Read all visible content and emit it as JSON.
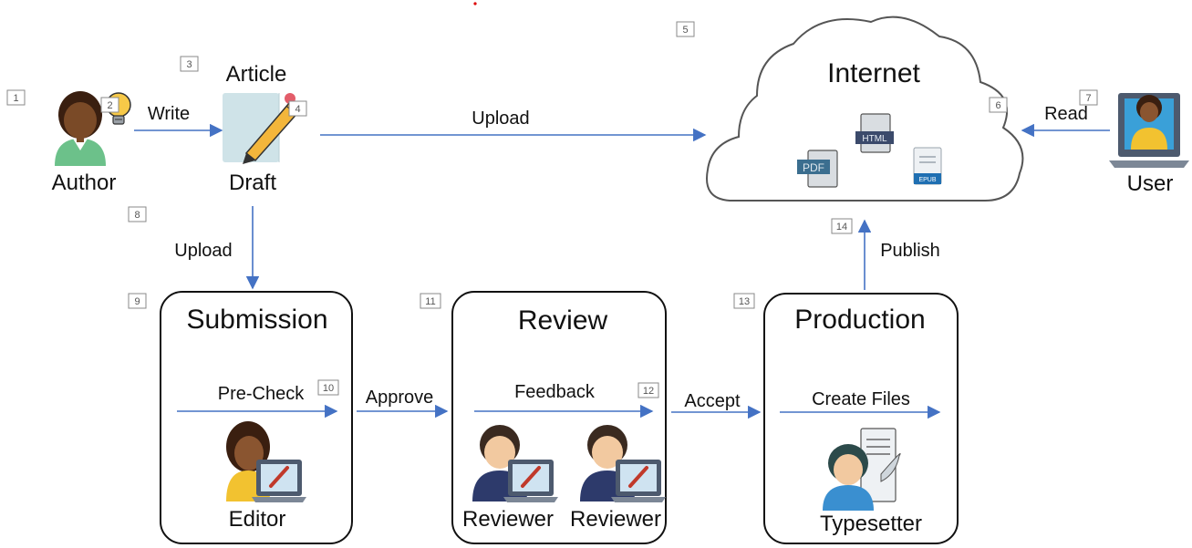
{
  "nodes": {
    "author": "Author",
    "article_title": "Article",
    "draft": "Draft",
    "internet": "Internet",
    "user": "User",
    "editor": "Editor",
    "reviewer_1": "Reviewer",
    "reviewer_2": "Reviewer",
    "typesetter": "Typesetter"
  },
  "stages": {
    "submission": "Submission",
    "review": "Review",
    "production": "Production"
  },
  "edges": {
    "write": "Write",
    "upload_internet": "Upload",
    "read": "Read",
    "upload_submission": "Upload",
    "pre_check": "Pre-Check",
    "approve": "Approve",
    "feedback": "Feedback",
    "accept": "Accept",
    "create_files": "Create Files",
    "publish": "Publish"
  },
  "file_formats": {
    "pdf": "PDF",
    "html": "HTML",
    "epub": "EPUB"
  },
  "markers": [
    "1",
    "2",
    "3",
    "4",
    "5",
    "6",
    "7",
    "8",
    "9",
    "10",
    "11",
    "12",
    "13",
    "14"
  ],
  "colors": {
    "arrow": "#4472c4",
    "skin_dark": "#6b3f1f",
    "skin_light": "#f2c9a0",
    "shirt_green": "#6cc18a",
    "shirt_navy": "#2d3a6b",
    "shirt_yellow": "#f2c230",
    "bulb_yellow": "#f7c948"
  }
}
